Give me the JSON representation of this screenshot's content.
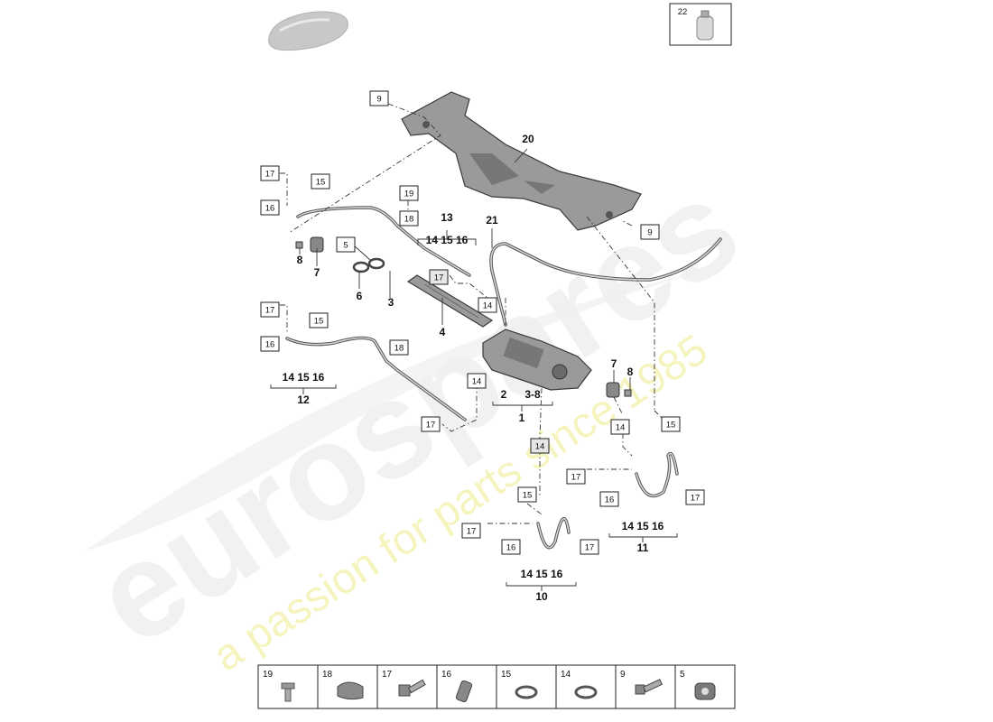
{
  "watermark": {
    "brand": "eurospares",
    "tagline": "a passion for parts since 1985"
  },
  "kit_box": {
    "number": "22"
  },
  "callouts": {
    "c20": "20",
    "c21": "21",
    "c13": "13",
    "c13_sub": "14  15  16",
    "c8a": "8",
    "c7a": "7",
    "c6": "6",
    "c3": "3",
    "c4": "4",
    "c12": "12",
    "c12_sub": "14  15  16",
    "c2": "2",
    "c38": "3-8",
    "c1": "1",
    "c7b": "7",
    "c8b": "8",
    "c11": "11",
    "c11_sub": "14  15  16",
    "c10": "10",
    "c10_sub": "14  15  16"
  },
  "boxed": {
    "b9a": "9",
    "b9b": "9",
    "b17a": "17",
    "b15a": "15",
    "b16a": "16",
    "b19": "19",
    "b18a": "18",
    "b5": "5",
    "b17b": "17",
    "b14a": "14",
    "b17c": "17",
    "b15b": "15",
    "b16b": "16",
    "b18b": "18",
    "b14b": "14",
    "b17d": "17",
    "b14c": "14",
    "b14d": "14",
    "b15c": "15",
    "b17e": "17",
    "b16c": "16",
    "b17f": "17",
    "b15d": "15",
    "b17g": "17",
    "b16d": "16",
    "b17h": "17"
  },
  "legend": {
    "items": [
      {
        "number": "19",
        "icon": "bolt-flange-icon"
      },
      {
        "number": "18",
        "icon": "clamp-bracket-icon"
      },
      {
        "number": "17",
        "icon": "hollow-bolt-icon"
      },
      {
        "number": "16",
        "icon": "union-nut-icon"
      },
      {
        "number": "15",
        "icon": "sealing-ring-icon"
      },
      {
        "number": "14",
        "icon": "sealing-ring-icon"
      },
      {
        "number": "9",
        "icon": "bolt-icon"
      },
      {
        "number": "5",
        "icon": "rubber-bushing-icon"
      }
    ]
  }
}
